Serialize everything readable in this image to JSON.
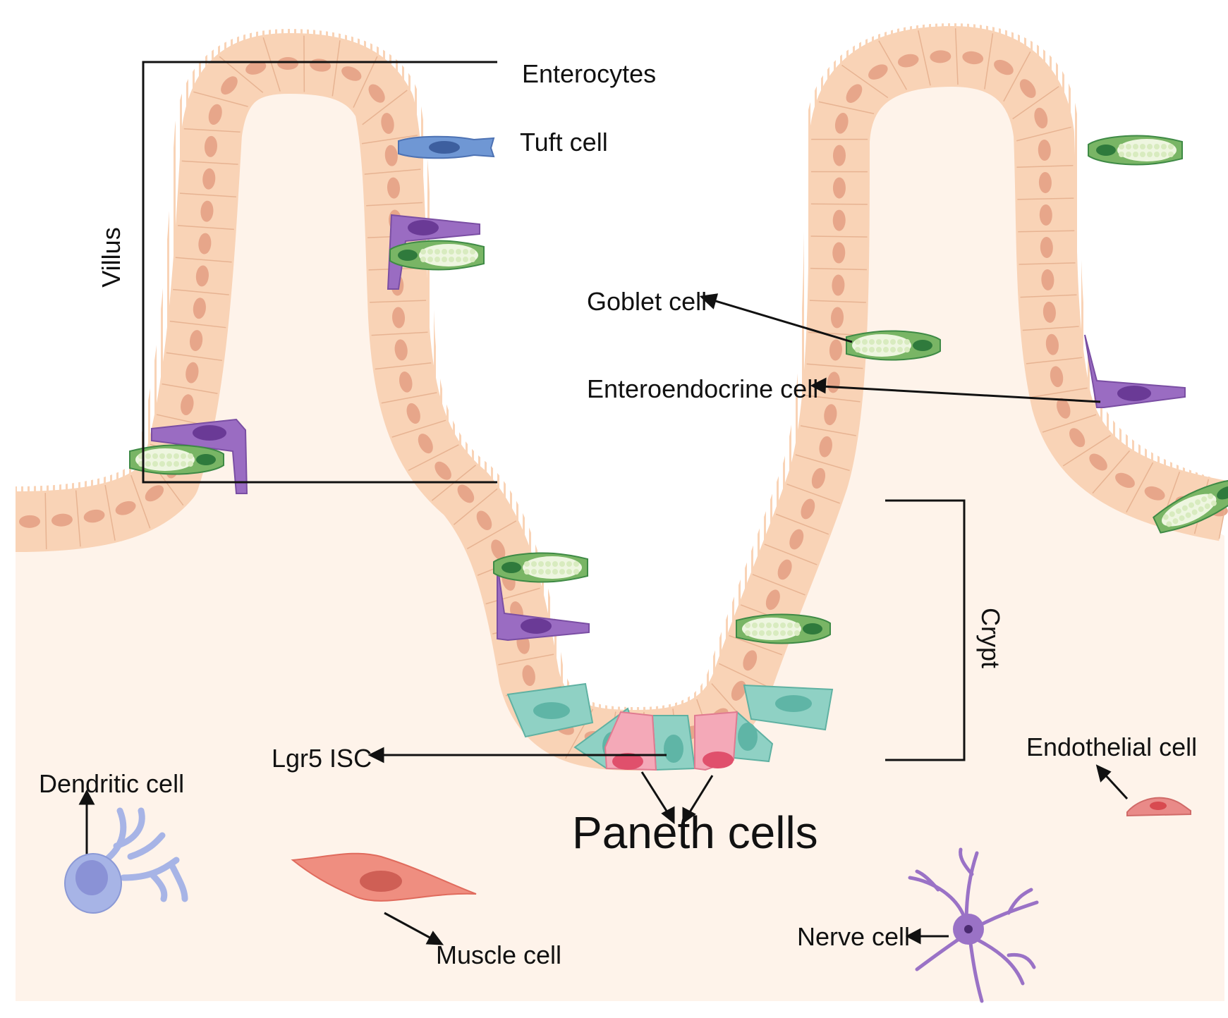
{
  "labels": {
    "enterocytes": "Enterocytes",
    "tuft_cell": "Tuft cell",
    "villus": "Villus",
    "goblet_cell": "Goblet cell",
    "enteroendocrine_cell": "Enteroendocrine cell",
    "crypt": "Crypt",
    "lgr5_isc": "Lgr5 ISC",
    "paneth_cells": "Paneth cells",
    "endothelial_cell": "Endothelial cell",
    "dendritic_cell": "Dendritic cell",
    "muscle_cell": "Muscle cell",
    "nerve_cell": "Nerve cell"
  },
  "colors": {
    "tissue_background": "#fef3ea",
    "enterocyte": "#f9d3b6",
    "enterocyte_outline": "#e7b392",
    "nucleus": "#e7a68a",
    "lumen": "#ffffff",
    "goblet": "#6faa5a",
    "goblet_dark": "#2f7a3c",
    "enteroendocrine": "#8e5db4",
    "tuft": "#5f86c6",
    "stem_cell": "#86cdbf",
    "paneth": "#f3a5b4",
    "paneth_nucleus": "#e0506c",
    "dendritic": "#a7b4e6",
    "muscle": "#ee8b7c",
    "nerve": "#9a72c6",
    "endothelial": "#e98a88"
  }
}
